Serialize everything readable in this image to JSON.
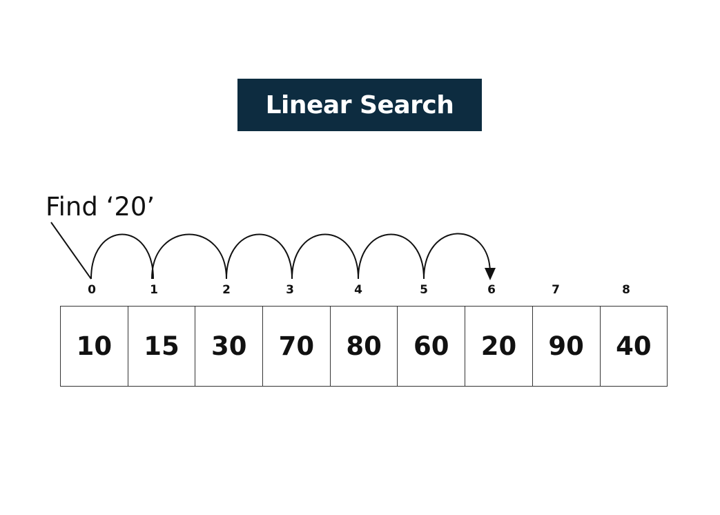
{
  "title": "Linear Search",
  "find_label": "Find ‘20’",
  "array": {
    "indices": [
      "0",
      "1",
      "2",
      "3",
      "4",
      "5",
      "6",
      "7",
      "8"
    ],
    "values": [
      "10",
      "15",
      "30",
      "70",
      "80",
      "60",
      "20",
      "90",
      "40"
    ]
  },
  "colors": {
    "title_bg": "#0d2c40",
    "title_text": "#ffffff",
    "lines": "#111111"
  }
}
